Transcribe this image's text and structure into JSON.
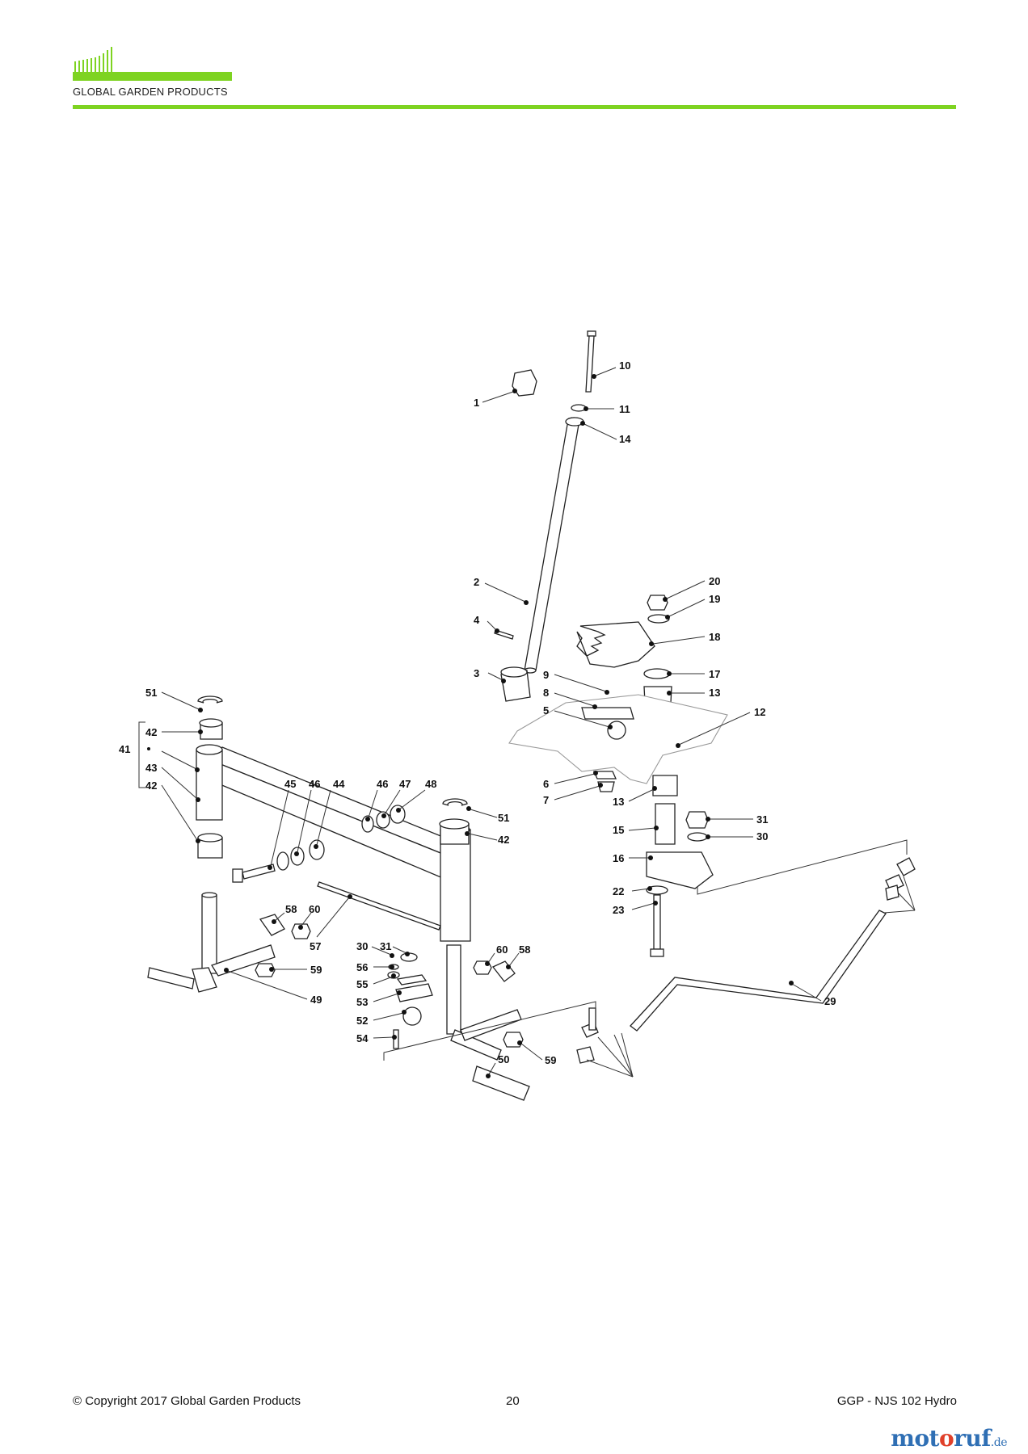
{
  "header": {
    "company": "GLOBAL GARDEN PRODUCTS",
    "brand_color": "#7ed321"
  },
  "footer": {
    "copyright": "© Copyright 2017 Global Garden Products",
    "page_number": "20",
    "model": "GGP - NJS 102 Hydro"
  },
  "watermark": {
    "part_a": "mot",
    "part_b": "o",
    "part_c": "ruf",
    "tld": ".de"
  },
  "diagram": {
    "callouts": [
      "1",
      "2",
      "3",
      "4",
      "5",
      "6",
      "7",
      "8",
      "9",
      "10",
      "11",
      "12",
      "13",
      "13",
      "14",
      "15",
      "16",
      "17",
      "18",
      "19",
      "20",
      "22",
      "23",
      "29",
      "30",
      "30",
      "31",
      "31",
      "41",
      "42",
      "42",
      "42",
      "43",
      "44",
      "45",
      "46",
      "46",
      "47",
      "48",
      "49",
      "50",
      "51",
      "51",
      "52",
      "53",
      "54",
      "55",
      "56",
      "57",
      "58",
      "58",
      "59",
      "59",
      "60",
      "60"
    ]
  }
}
